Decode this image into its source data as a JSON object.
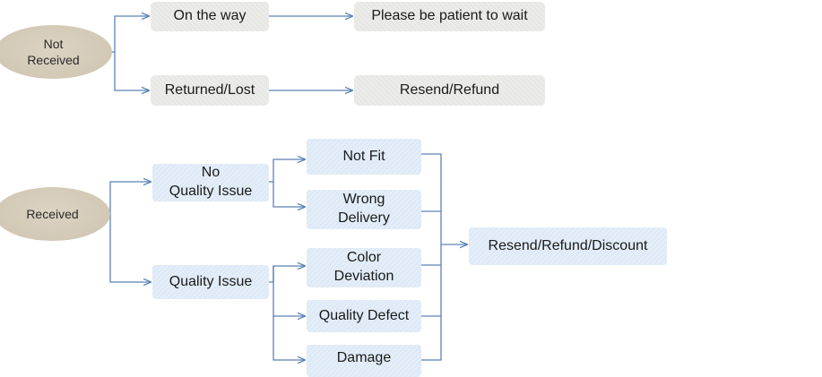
{
  "not_received": {
    "label": "Not\nReceived",
    "on_the_way": "On the way",
    "patient": "Please be patient to wait",
    "returned_lost": "Returned/Lost",
    "resend_refund": "Resend/Refund"
  },
  "received": {
    "label": "Received",
    "no_quality_issue": "No\nQuality Issue",
    "quality_issue": "Quality Issue",
    "not_fit": "Not Fit",
    "wrong_delivery": "Wrong\nDelivery",
    "color_deviation": "Color\nDeviation",
    "quality_defect": "Quality Defect",
    "damage": "Damage",
    "outcome": "Resend/Refund/Discount"
  },
  "colors": {
    "connector": "#5b82b5",
    "oval_fill": "#d2c8b5",
    "grey_box_fill": "#ececea",
    "blue_box_fill": "#dce9f6"
  }
}
